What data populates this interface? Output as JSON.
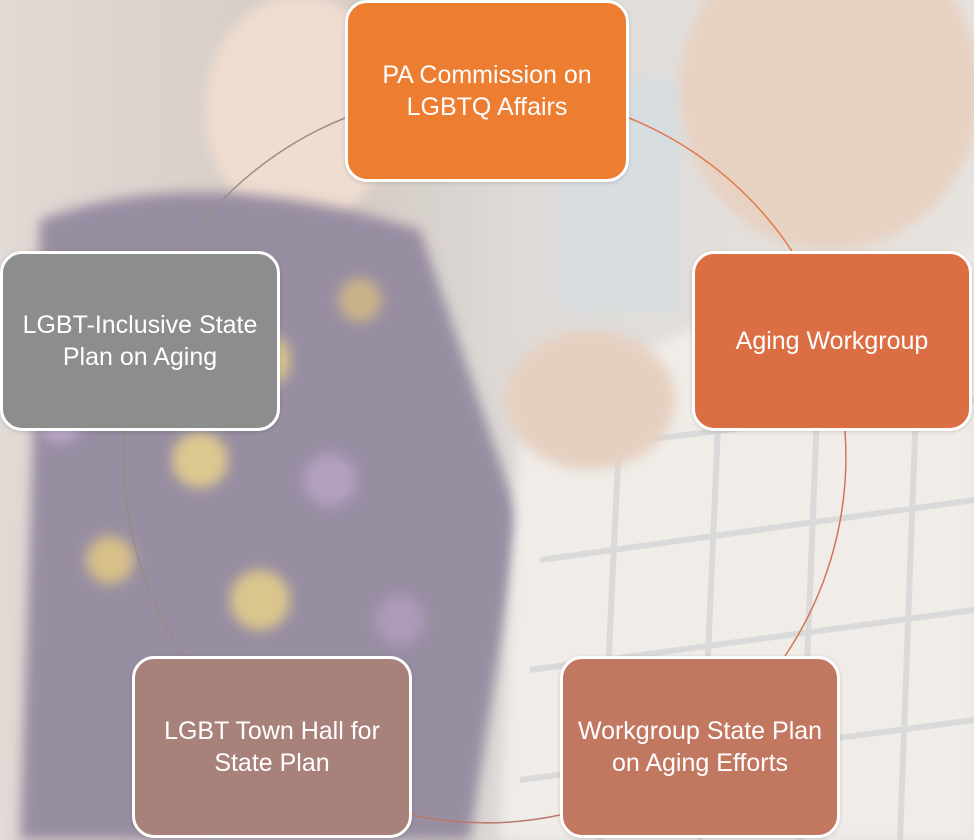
{
  "diagram": {
    "type": "cycle",
    "nodes": [
      {
        "id": "n1",
        "label": "PA Commission on LGBTQ Affairs",
        "color": "#ed7d31"
      },
      {
        "id": "n2",
        "label": "Aging Workgroup",
        "color": "#dc6e43"
      },
      {
        "id": "n3",
        "label": "Workgroup State Plan on Aging Efforts",
        "color": "#c27760"
      },
      {
        "id": "n4",
        "label": "LGBT Town Hall for State Plan",
        "color": "#a8827a"
      },
      {
        "id": "n5",
        "label": "LGBT-Inclusive State Plan on Aging",
        "color": "#8d8d8d"
      }
    ],
    "connector_color": "#e07a4a",
    "background": "faded photograph of two older men, one with arm around the other"
  }
}
